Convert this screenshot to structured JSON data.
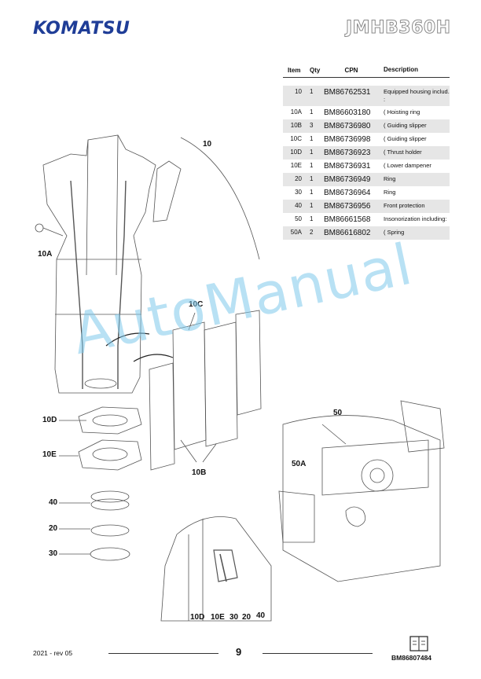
{
  "header": {
    "brand": "KOMATSU",
    "model": "JMHB360H"
  },
  "table": {
    "columns": [
      "Item",
      "Qty",
      "CPN",
      "Description"
    ],
    "rows": [
      {
        "item": "10",
        "qty": "1",
        "cpn": "BM86762531",
        "desc": "Equipped housing includ. :",
        "shade": true
      },
      {
        "item": "10A",
        "qty": "1",
        "cpn": "BM86603180",
        "desc": "( Hoisting ring",
        "shade": false
      },
      {
        "item": "10B",
        "qty": "3",
        "cpn": "BM86736980",
        "desc": "( Guiding slipper",
        "shade": true
      },
      {
        "item": "10C",
        "qty": "1",
        "cpn": "BM86736998",
        "desc": "( Guiding slipper",
        "shade": false
      },
      {
        "item": "10D",
        "qty": "1",
        "cpn": "BM86736923",
        "desc": "( Thrust holder",
        "shade": true
      },
      {
        "item": "10E",
        "qty": "1",
        "cpn": "BM86736931",
        "desc": "( Lower dampener",
        "shade": false
      },
      {
        "item": "20",
        "qty": "1",
        "cpn": "BM86736949",
        "desc": "Ring",
        "shade": true
      },
      {
        "item": "30",
        "qty": "1",
        "cpn": "BM86736964",
        "desc": "Ring",
        "shade": false
      },
      {
        "item": "40",
        "qty": "1",
        "cpn": "BM86736956",
        "desc": "Front protection",
        "shade": true
      },
      {
        "item": "50",
        "qty": "1",
        "cpn": "BM86661568",
        "desc": "Insonorization including:",
        "shade": false
      },
      {
        "item": "50A",
        "qty": "2",
        "cpn": "BM86616802",
        "desc": "( Spring",
        "shade": true
      }
    ]
  },
  "callouts": {
    "c10": "10",
    "c10A": "10A",
    "c10C": "10C",
    "c10D": "10D",
    "c10E": "10E",
    "c40": "40",
    "c20": "20",
    "c30": "30",
    "c10B": "10B",
    "c50": "50",
    "c50A": "50A",
    "detail": [
      "10D",
      "10E",
      "30",
      "20",
      "40"
    ]
  },
  "watermark": "AutoManual",
  "footer": {
    "left": "2021 -  rev 05",
    "page": "9",
    "doc": "BM86807484"
  }
}
